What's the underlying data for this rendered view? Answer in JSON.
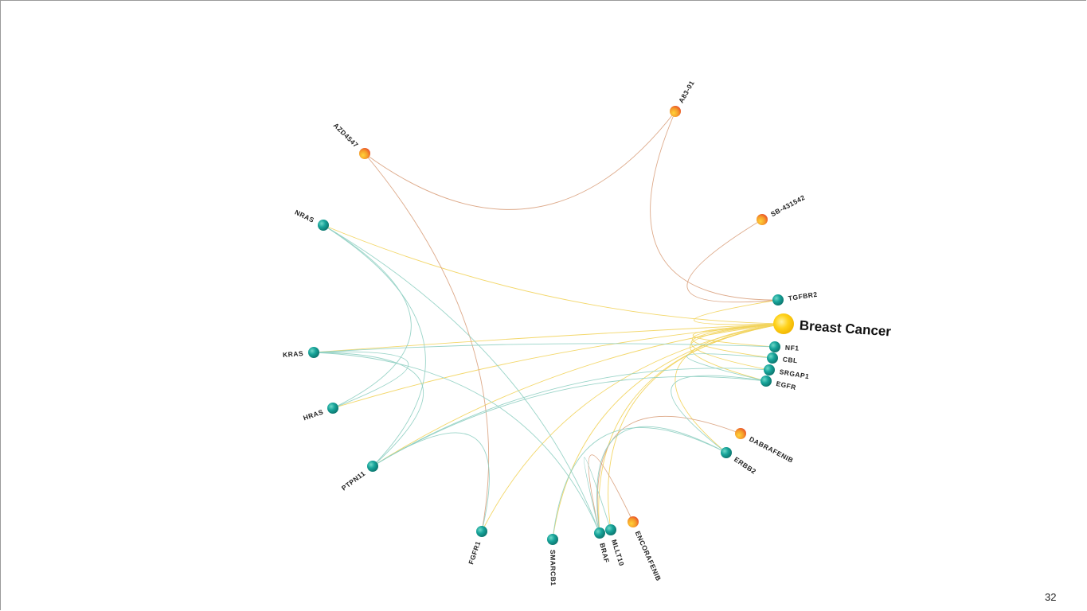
{
  "slide": {
    "page_number": "32"
  },
  "colors": {
    "gene": "#17a49a",
    "drug": "#f08a2c",
    "disease": "#f7c600",
    "edge_disease": "#f2d35a",
    "edge_drug": "#d9a07c",
    "edge_gene": "#8fcfc2"
  },
  "nodes": [
    {
      "id": "Breast Cancer",
      "type": "disease"
    },
    {
      "id": "A83-01",
      "type": "drug"
    },
    {
      "id": "AZD4547",
      "type": "drug"
    },
    {
      "id": "SB-431542",
      "type": "drug"
    },
    {
      "id": "DABRAFENIB",
      "type": "drug"
    },
    {
      "id": "ENCORAFENIB",
      "type": "drug"
    },
    {
      "id": "NRAS",
      "type": "gene"
    },
    {
      "id": "TGFBR2",
      "type": "gene"
    },
    {
      "id": "NF1",
      "type": "gene"
    },
    {
      "id": "CBL",
      "type": "gene"
    },
    {
      "id": "SRGAP1",
      "type": "gene"
    },
    {
      "id": "EGFR",
      "type": "gene"
    },
    {
      "id": "KRAS",
      "type": "gene"
    },
    {
      "id": "HRAS",
      "type": "gene"
    },
    {
      "id": "ERBB2",
      "type": "gene"
    },
    {
      "id": "PTPN11",
      "type": "gene"
    },
    {
      "id": "FGFR1",
      "type": "gene"
    },
    {
      "id": "SMARCB1",
      "type": "gene"
    },
    {
      "id": "BRAF",
      "type": "gene"
    },
    {
      "id": "MLLT10",
      "type": "gene"
    }
  ],
  "edges": [
    [
      "Breast Cancer",
      "NRAS"
    ],
    [
      "Breast Cancer",
      "KRAS"
    ],
    [
      "Breast Cancer",
      "HRAS"
    ],
    [
      "Breast Cancer",
      "PTPN11"
    ],
    [
      "Breast Cancer",
      "FGFR1"
    ],
    [
      "Breast Cancer",
      "SMARCB1"
    ],
    [
      "Breast Cancer",
      "BRAF"
    ],
    [
      "Breast Cancer",
      "MLLT10"
    ],
    [
      "Breast Cancer",
      "ERBB2"
    ],
    [
      "Breast Cancer",
      "EGFR"
    ],
    [
      "Breast Cancer",
      "SRGAP1"
    ],
    [
      "Breast Cancer",
      "CBL"
    ],
    [
      "Breast Cancer",
      "NF1"
    ],
    [
      "Breast Cancer",
      "TGFBR2"
    ],
    [
      "A83-01",
      "TGFBR2"
    ],
    [
      "SB-431542",
      "TGFBR2"
    ],
    [
      "A83-01",
      "AZD4547"
    ],
    [
      "AZD4547",
      "FGFR1"
    ],
    [
      "DABRAFENIB",
      "BRAF"
    ],
    [
      "ENCORAFENIB",
      "BRAF"
    ],
    [
      "NRAS",
      "PTPN11"
    ],
    [
      "NRAS",
      "BRAF"
    ],
    [
      "NRAS",
      "HRAS"
    ],
    [
      "KRAS",
      "PTPN11"
    ],
    [
      "KRAS",
      "BRAF"
    ],
    [
      "HRAS",
      "KRAS"
    ],
    [
      "PTPN11",
      "EGFR"
    ],
    [
      "ERBB2",
      "EGFR"
    ],
    [
      "FGFR1",
      "PTPN11"
    ],
    [
      "SMARCB1",
      "ERBB2"
    ],
    [
      "ERBB2",
      "BRAF"
    ],
    [
      "NF1",
      "KRAS"
    ],
    [
      "CBL",
      "EGFR"
    ],
    [
      "SRGAP1",
      "PTPN11"
    ],
    [
      "MLLT10",
      "BRAF"
    ]
  ]
}
